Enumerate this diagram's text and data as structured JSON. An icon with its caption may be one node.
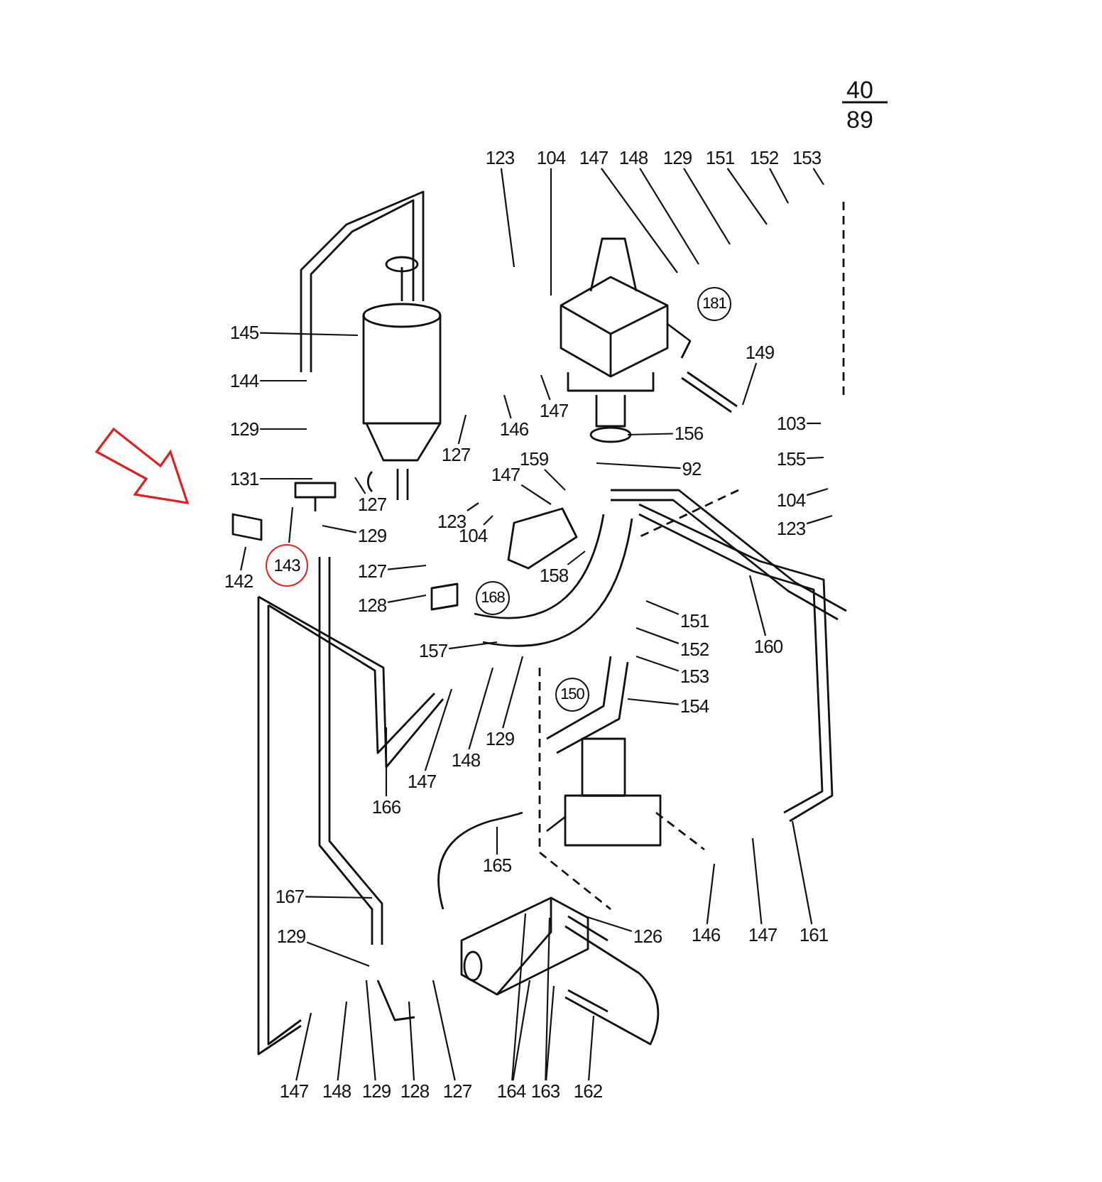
{
  "diagram": {
    "nodes": [
      {
        "text": [
          "123"
        ]
      },
      {
        "text": [
          "104"
        ]
      },
      {
        "text": [
          "147"
        ]
      },
      {
        "text": [
          "148"
        ]
      },
      {
        "text": [
          "129"
        ]
      },
      {
        "text": [
          "151"
        ]
      },
      {
        "text": [
          "152"
        ]
      },
      {
        "text": [
          "153"
        ]
      },
      {
        "text": [
          "181"
        ]
      },
      {
        "text": [
          "145"
        ]
      },
      {
        "text": [
          "149"
        ]
      },
      {
        "text": [
          "144"
        ]
      },
      {
        "text": [
          "146"
        ]
      },
      {
        "text": [
          "129"
        ]
      },
      {
        "text": [
          "147"
        ]
      },
      {
        "text": [
          "156"
        ]
      },
      {
        "text": [
          "127"
        ]
      },
      {
        "text": [
          "103"
        ]
      },
      {
        "text": [
          "159"
        ]
      },
      {
        "text": [
          "92"
        ]
      },
      {
        "text": [
          "155"
        ]
      },
      {
        "text": [
          "131"
        ]
      },
      {
        "text": [
          "147"
        ]
      },
      {
        "text": [
          "127"
        ]
      },
      {
        "text": [
          "104"
        ]
      },
      {
        "text": [
          "123"
        ]
      },
      {
        "text": [
          "129"
        ]
      },
      {
        "text": [
          "123"
        ]
      },
      {
        "text": [
          "104"
        ]
      },
      {
        "text": [
          "142"
        ]
      },
      {
        "text": [
          "143"
        ]
      },
      {
        "text": [
          "127"
        ]
      },
      {
        "text": [
          "158"
        ]
      },
      {
        "text": [
          "168"
        ]
      },
      {
        "text": [
          "128"
        ]
      },
      {
        "text": [
          "151"
        ]
      },
      {
        "text": [
          "157"
        ]
      },
      {
        "text": [
          "160"
        ]
      },
      {
        "text": [
          "152"
        ]
      },
      {
        "text": [
          "153"
        ]
      },
      {
        "text": [
          "150"
        ]
      },
      {
        "text": [
          "154"
        ]
      },
      {
        "text": [
          "129"
        ]
      },
      {
        "text": [
          "148"
        ]
      },
      {
        "text": [
          "147"
        ]
      },
      {
        "text": [
          "166"
        ]
      },
      {
        "text": [
          "165"
        ]
      },
      {
        "text": [
          "167"
        ]
      },
      {
        "text": [
          "126"
        ]
      },
      {
        "text": [
          "146"
        ]
      },
      {
        "text": [
          "147"
        ]
      },
      {
        "text": [
          "161"
        ]
      },
      {
        "text": [
          "129"
        ]
      },
      {
        "text": [
          "147"
        ]
      },
      {
        "text": [
          "148"
        ]
      },
      {
        "text": [
          "129"
        ]
      },
      {
        "text": [
          "128"
        ]
      },
      {
        "text": [
          "127"
        ]
      },
      {
        "text": [
          "164"
        ]
      },
      {
        "text": [
          "163"
        ]
      },
      {
        "text": [
          "162"
        ]
      }
    ],
    "edges": [
      {
        "from": 0,
        "to": null,
        "arrow": "none"
      },
      {
        "from": 1,
        "to": null,
        "arrow": "none"
      },
      {
        "from": 2,
        "to": null,
        "arrow": "none"
      },
      {
        "from": 3,
        "to": null,
        "arrow": "none"
      },
      {
        "from": 4,
        "to": null,
        "arrow": "none"
      },
      {
        "from": 5,
        "to": null,
        "arrow": "none"
      },
      {
        "from": 6,
        "to": null,
        "arrow": "none"
      },
      {
        "from": 7,
        "to": null,
        "arrow": "none"
      },
      {
        "from": 9,
        "to": null,
        "arrow": "none"
      },
      {
        "from": 10,
        "to": null,
        "arrow": "none"
      },
      {
        "from": 11,
        "to": null,
        "arrow": "none"
      },
      {
        "from": 12,
        "to": null,
        "arrow": "none"
      },
      {
        "from": 13,
        "to": null,
        "arrow": "none"
      },
      {
        "from": 14,
        "to": null,
        "arrow": "none"
      },
      {
        "from": 15,
        "to": null,
        "arrow": "none"
      },
      {
        "from": 16,
        "to": null,
        "arrow": "none"
      },
      {
        "from": 17,
        "to": null,
        "arrow": "none"
      },
      {
        "from": 18,
        "to": null,
        "arrow": "none"
      },
      {
        "from": 19,
        "to": null,
        "arrow": "none"
      },
      {
        "from": 20,
        "to": null,
        "arrow": "none"
      },
      {
        "from": 21,
        "to": null,
        "arrow": "none"
      },
      {
        "from": 22,
        "to": null,
        "arrow": "none"
      },
      {
        "from": 23,
        "to": null,
        "arrow": "none"
      },
      {
        "from": 24,
        "to": null,
        "arrow": "none"
      },
      {
        "from": 25,
        "to": null,
        "arrow": "none"
      },
      {
        "from": 26,
        "to": null,
        "arrow": "none"
      },
      {
        "from": 27,
        "to": null,
        "arrow": "none"
      },
      {
        "from": 28,
        "to": null,
        "arrow": "none"
      },
      {
        "from": 29,
        "to": null,
        "arrow": "none"
      },
      {
        "from": 30,
        "to": null,
        "arrow": "none"
      },
      {
        "from": 31,
        "to": null,
        "arrow": "none"
      },
      {
        "from": 32,
        "to": null,
        "arrow": "none"
      },
      {
        "from": 34,
        "to": null,
        "arrow": "none"
      },
      {
        "from": 35,
        "to": null,
        "arrow": "none"
      },
      {
        "from": 36,
        "to": null,
        "arrow": "none"
      },
      {
        "from": 37,
        "to": null,
        "arrow": "none"
      },
      {
        "from": 38,
        "to": null,
        "arrow": "none"
      },
      {
        "from": 39,
        "to": null,
        "arrow": "none"
      },
      {
        "from": 41,
        "to": null,
        "arrow": "none"
      },
      {
        "from": 42,
        "to": null,
        "arrow": "none"
      },
      {
        "from": 43,
        "to": null,
        "arrow": "none"
      },
      {
        "from": 44,
        "to": null,
        "arrow": "none"
      },
      {
        "from": 45,
        "to": null,
        "arrow": "none"
      },
      {
        "from": 46,
        "to": null,
        "arrow": "none"
      },
      {
        "from": 47,
        "to": null,
        "arrow": "none"
      },
      {
        "from": 48,
        "to": null,
        "arrow": "none"
      },
      {
        "from": 49,
        "to": null,
        "arrow": "none"
      },
      {
        "from": 50,
        "to": null,
        "arrow": "none"
      },
      {
        "from": 51,
        "to": null,
        "arrow": "none"
      },
      {
        "from": 52,
        "to": null,
        "arrow": "none"
      },
      {
        "from": 53,
        "to": null,
        "arrow": "none"
      },
      {
        "from": 54,
        "to": null,
        "arrow": "none"
      },
      {
        "from": 55,
        "to": null,
        "arrow": "none"
      },
      {
        "from": 56,
        "to": null,
        "arrow": "none"
      },
      {
        "from": 57,
        "to": null,
        "arrow": "none"
      },
      {
        "from": 58,
        "to": null,
        "arrow": "none"
      },
      {
        "from": 58,
        "to": null,
        "arrow": "none"
      },
      {
        "from": 59,
        "to": null,
        "arrow": "none"
      },
      {
        "from": 59,
        "to": null,
        "arrow": "none"
      },
      {
        "from": 60,
        "to": null,
        "arrow": "none"
      }
    ],
    "labels": [
      "40",
      "89"
    ]
  }
}
